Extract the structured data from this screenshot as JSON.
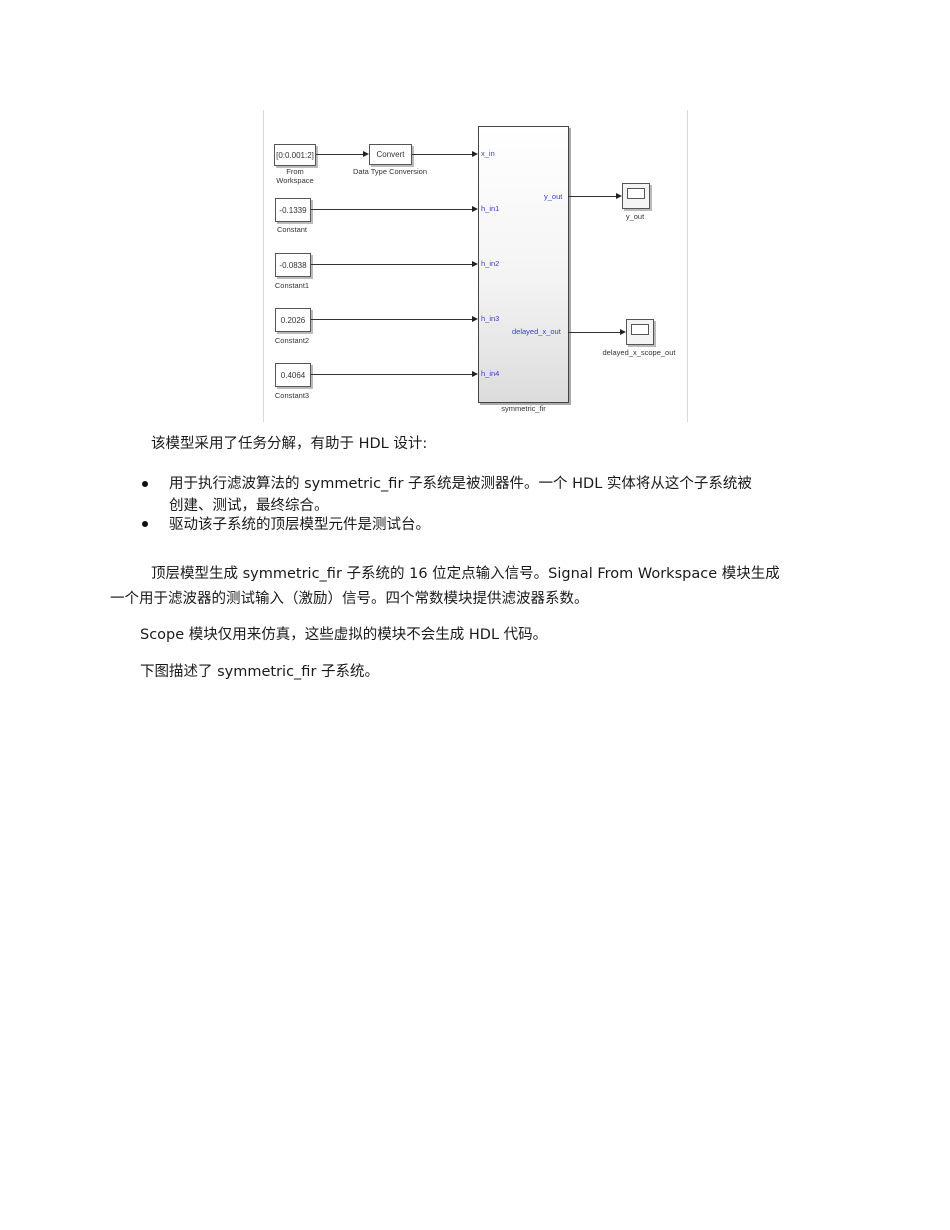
{
  "diagram": {
    "from_workspace": {
      "value": "[0:0.001:2]",
      "label_line1": "From",
      "label_line2": "Workspace"
    },
    "convert": {
      "value": "Convert",
      "label": "Data Type Conversion"
    },
    "constants": [
      {
        "value": "-0.1339",
        "label": "Constant"
      },
      {
        "value": "-0.0838",
        "label": "Constant1"
      },
      {
        "value": "0.2026",
        "label": "Constant2"
      },
      {
        "value": "0.4064",
        "label": "Constant3"
      }
    ],
    "subsystem": {
      "label": "symmetric_fir",
      "inports": [
        "x_in",
        "h_in1",
        "h_in2",
        "h_in3",
        "h_in4"
      ],
      "outports": [
        "y_out",
        "delayed_x_out"
      ]
    },
    "scopes": [
      {
        "label": "y_out"
      },
      {
        "label": "delayed_x_scope_out"
      }
    ]
  },
  "text": {
    "intro": "该模型采用了任务分解，有助于 HDL 设计:",
    "bullets": [
      {
        "line1": "用于执行滤波算法的 symmetric_fir 子系统是被测器件。一个 HDL 实体将从这个子系统被",
        "line2": "创建、测试，最终综合。"
      },
      {
        "line1": "驱动该子系统的顶层模型元件是测试台。"
      }
    ],
    "para1_line1": "顶层模型生成 symmetric_fir 子系统的 16 位定点输入信号。Signal From Workspace 模块生成",
    "para1_line2": "一个用于滤波器的测试输入（激励）信号。四个常数模块提供滤波器系数。",
    "para2": "Scope 模块仅用来仿真，这些虚拟的模块不会生成 HDL 代码。",
    "para3": "下图描述了 symmetric_fir 子系统。"
  }
}
